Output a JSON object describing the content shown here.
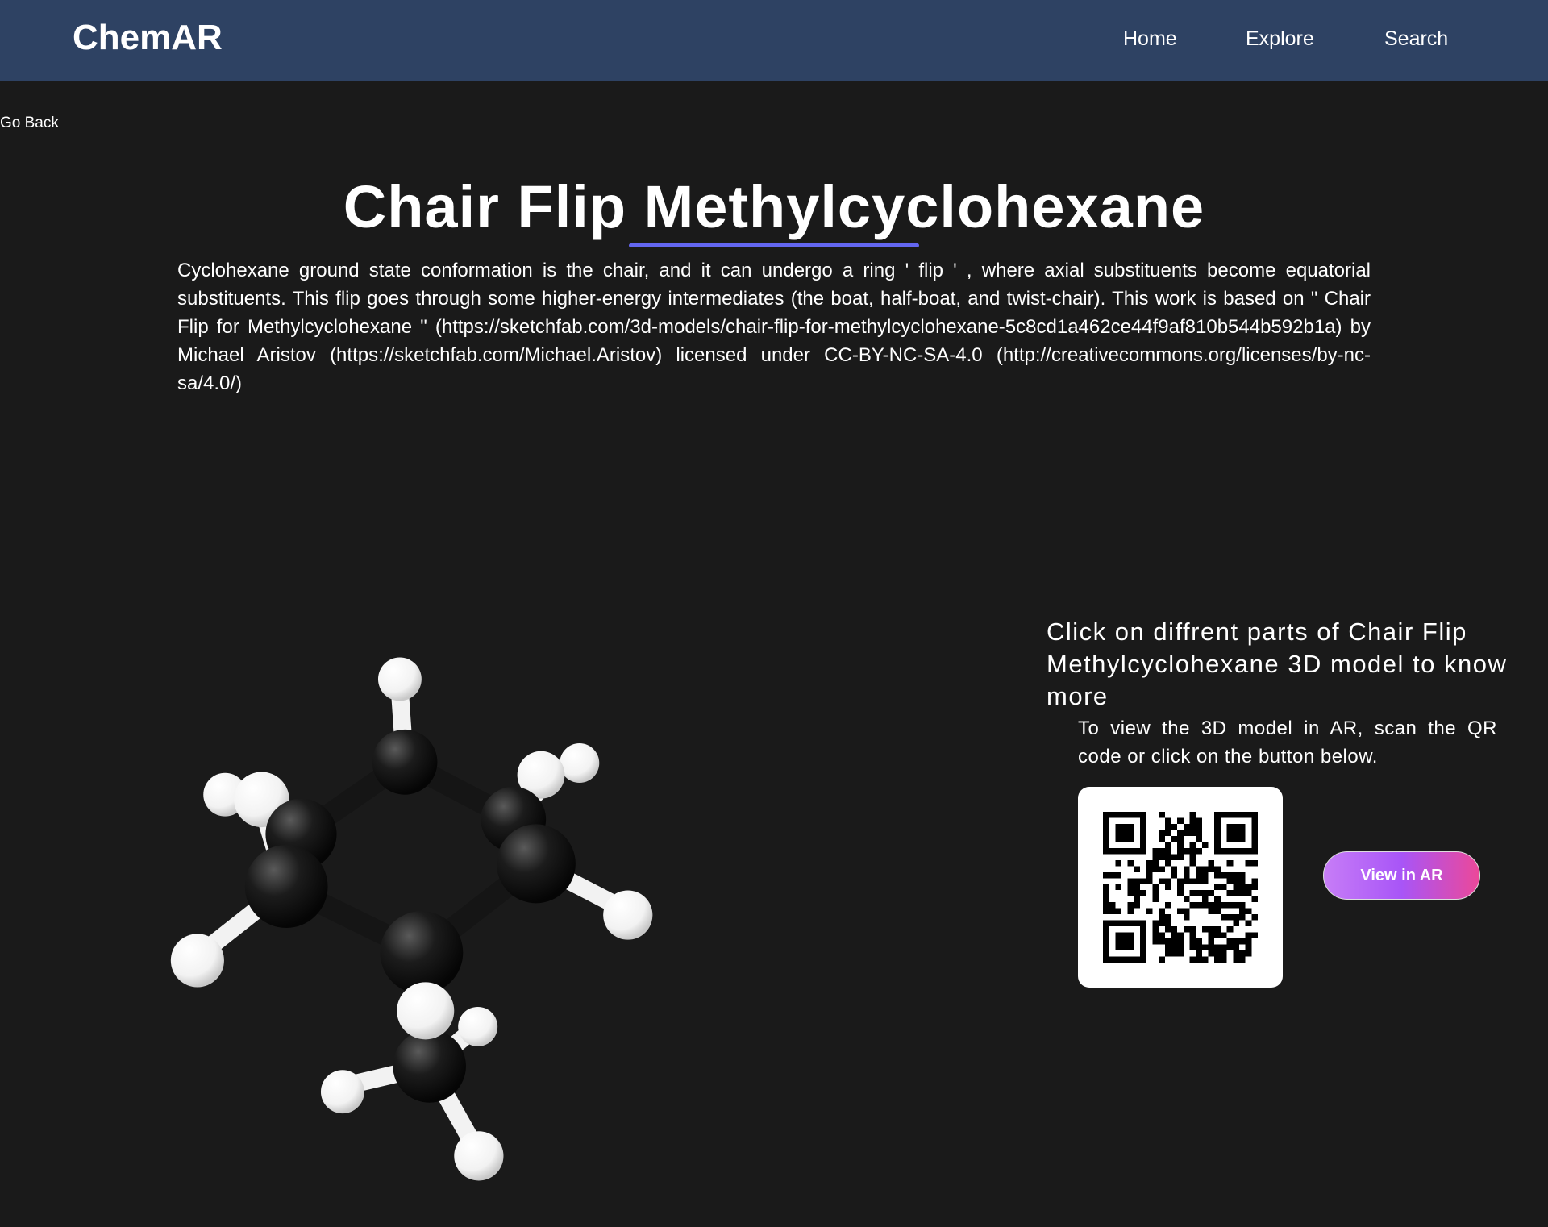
{
  "header": {
    "logo": "ChemAR",
    "nav": [
      {
        "label": "Home"
      },
      {
        "label": "Explore"
      },
      {
        "label": "Search"
      }
    ]
  },
  "go_back": "Go Back",
  "title": "Chair Flip Methylcyclohexane",
  "description": "Cyclohexane ground state conformation is the chair, and it can undergo a ring ' flip ' , where axial substituents become equatorial substituents. This flip goes through some higher-energy intermediates (the boat, half-boat, and twist-chair). This work is based on \" Chair Flip for Methylcyclohexane \" (https://sketchfab.com/3d-models/chair-flip-for-methylcyclohexane-5c8cd1a462ce44f9af810b544b592b1a) by Michael Aristov (https://sketchfab.com/Michael.Aristov) licensed under CC-BY-NC-SA-4.0 (http://creativecommons.org/licenses/by-nc-sa/4.0/)",
  "ar_panel": {
    "hint": "Click on diffrent parts of Chair Flip Methylcyclohexane 3D model to know more",
    "instructions": "To view the 3D model in AR, scan the QR code or click on the button below.",
    "button_label": "View in AR"
  },
  "colors": {
    "header_bg": "#2e4263",
    "page_bg": "#1a1a1a",
    "title_underline": "#6366f1",
    "button_gradient": [
      "#c77df7",
      "#a855f7",
      "#ec4899"
    ]
  }
}
